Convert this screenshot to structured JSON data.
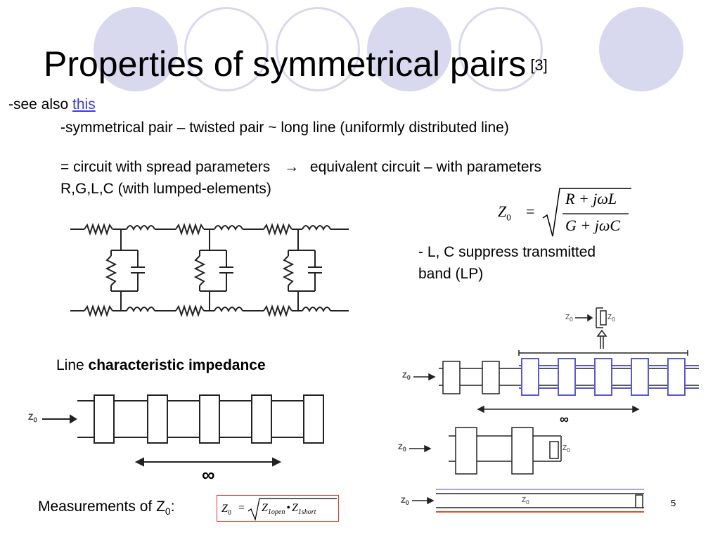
{
  "slide": {
    "title": "Properties of symmetrical pairs",
    "title_ref": "[3]",
    "see_also_prefix": "-see also ",
    "see_also_link": "this",
    "line1": "-symmetrical pair – twisted pair ~ long line (uniformly distributed line)",
    "line2_a": "= circuit with spread parameters",
    "line2_b": "equivalent circuit  – with  parameters",
    "line3": "R,G,L,C (with lumped-elements)",
    "lc_note_1": "- L, C suppress transmitted",
    "lc_note_2": "band (LP)",
    "char_imp_prefix": "Line ",
    "char_imp_bold": "characteristic impedance",
    "measure_prefix": "Measurements of Z",
    "measure_sub": "0",
    "measure_suffix": ":",
    "page_number": "5"
  },
  "formula_main": {
    "lhs": "Z",
    "lhs_sub": "0",
    "eq": "=",
    "num": "R + jωL",
    "den": "G + jωC"
  },
  "formula_measure": {
    "lhs": "Z",
    "lhs_sub": "0",
    "eq": "=",
    "t1": "Z",
    "t1_sub": "1open",
    "dot": "•",
    "t2": "Z",
    "t2_sub": "1short"
  },
  "diagram_labels": {
    "z0": "Z",
    "z0_sub": "0",
    "infinity": "∞"
  },
  "colors": {
    "circle": "#d8d8ef",
    "link": "#3a3ae6",
    "box_border": "#e8382a",
    "blue_line": "#5a5ad0",
    "red_line": "#e0502a"
  },
  "icons": {
    "arrow": "right-arrow-icon"
  }
}
